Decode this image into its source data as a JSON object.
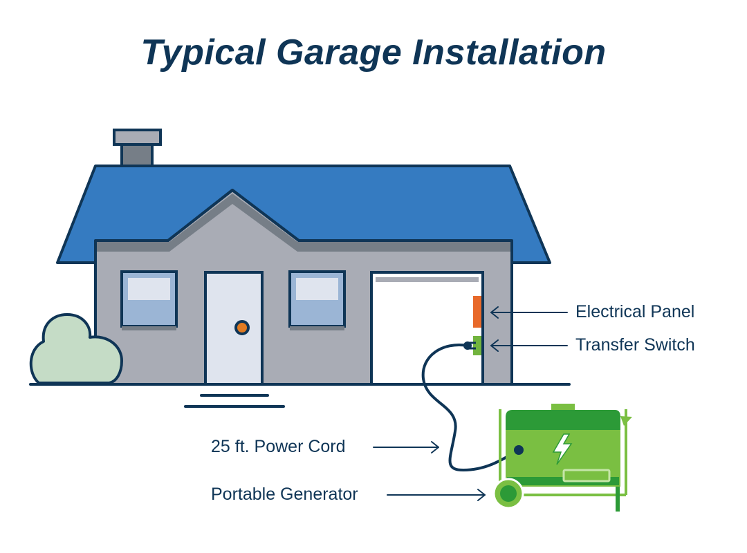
{
  "title": "Typical Garage Installation",
  "labels": {
    "electrical_panel": "Electrical Panel",
    "transfer_switch": "Transfer Switch",
    "power_cord": "25 ft. Power Cord",
    "portable_generator": "Portable Generator"
  },
  "colors": {
    "outline": "#0f3556",
    "roof": "#357bc1",
    "wall": "#a9acb5",
    "gable_shadow": "#767e87",
    "window_glass": "#9bb5d5",
    "door": "#dfe4ee",
    "knob": "#e07b22",
    "garage_door": "#ffffff",
    "panel_orange": "#e8692a",
    "switch_green": "#72b43e",
    "bush": "#c5dcc6",
    "generator_dark": "#2c9a37",
    "generator_light": "#7abf42"
  }
}
